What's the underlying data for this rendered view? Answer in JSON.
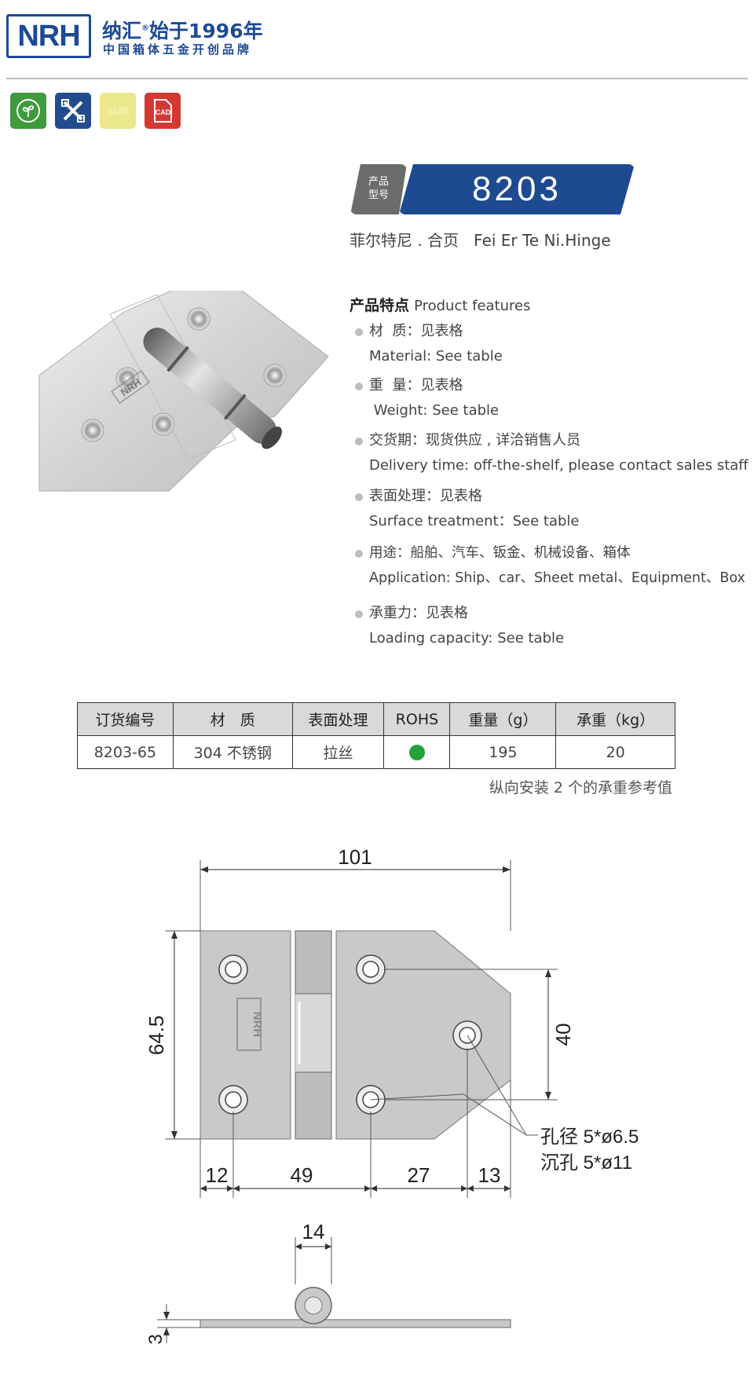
{
  "header": {
    "logo": "NRH",
    "brand_title": "纳汇",
    "brand_since": "始于1996年",
    "brand_subtitle": "中国箱体五金开创品牌",
    "badges": [
      {
        "name": "eco-icon",
        "label": ""
      },
      {
        "name": "tools-icon",
        "label": ""
      },
      {
        "name": "sus-icon",
        "label": "SUS"
      },
      {
        "name": "cad-icon",
        "label": "CAD"
      }
    ]
  },
  "model": {
    "tag_line1": "产品",
    "tag_line2": "型号",
    "number": "8203",
    "name_cn": "菲尔特尼 . 合页",
    "name_en": "Fei Er Te Ni.Hinge"
  },
  "features": {
    "title_cn": "产品特点",
    "title_en": "Product features",
    "items": [
      {
        "cn": "材  质：见表格",
        "en": "Material: See table"
      },
      {
        "cn": "重  量：见表格",
        "en": " Weight: See table"
      },
      {
        "cn": "交货期：现货供应 , 详洽销售人员",
        "en": "Delivery time: off-the-shelf, please contact sales staff"
      },
      {
        "cn": "表面处理：见表格",
        "en": "Surface treatment：See table"
      },
      {
        "cn": "用途：船舶、汽车、钣金、机械设备、箱体",
        "en": "Application: Ship、car、Sheet metal、Equipment、Box"
      },
      {
        "cn": "承重力：见表格",
        "en": "Loading capacity: See table"
      }
    ]
  },
  "spec_table": {
    "headers": [
      "订货编号",
      "材　质",
      "表面处理",
      "ROHS",
      "重量（g）",
      "承重（kg）"
    ],
    "row": {
      "code": "8203-65",
      "material": "304 不锈钢",
      "finish": "拉丝",
      "rohs_color": "#23a339",
      "weight": "195",
      "load": "20"
    },
    "note": "纵向安装 2 个的承重参考值"
  },
  "drawing": {
    "width_total": "101",
    "height_total": "64.5",
    "hole_spacing": "40",
    "dim_12": "12",
    "dim_49": "49",
    "dim_27": "27",
    "dim_13": "13",
    "hole_note_1": "孔径 5*ø6.5",
    "hole_note_2": "沉孔 5*ø11",
    "pin_width": "14",
    "thickness": "3",
    "plate_logo": "NRH"
  }
}
